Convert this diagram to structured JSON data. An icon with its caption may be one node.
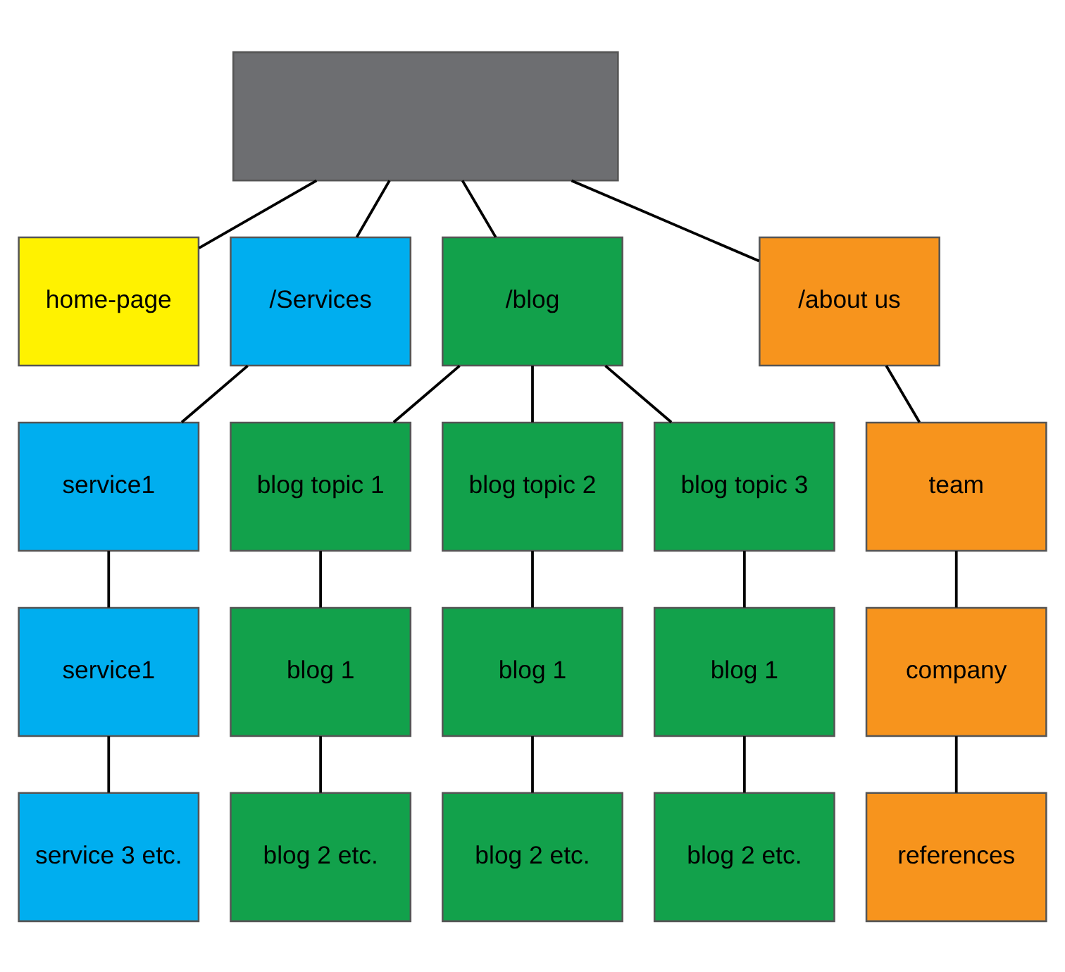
{
  "diagram": {
    "nodes": [
      {
        "text": [],
        "shape": "box"
      },
      {
        "text": [
          "home-page"
        ]
      },
      {
        "text": [
          "/Services"
        ]
      },
      {
        "text": [
          "/blog"
        ]
      },
      {
        "text": [
          "/about us"
        ]
      },
      {
        "text": [
          "service1"
        ]
      },
      {
        "text": [
          "service1"
        ]
      },
      {
        "text": [
          "service 3 etc."
        ]
      },
      {
        "text": [
          "blog topic 1"
        ]
      },
      {
        "text": [
          "blog topic 2"
        ]
      },
      {
        "text": [
          "blog topic 3"
        ]
      },
      {
        "text": [
          "blog 1"
        ]
      },
      {
        "text": [
          "blog 1"
        ]
      },
      {
        "text": [
          "blog 1"
        ]
      },
      {
        "text": [
          "blog 2 etc."
        ]
      },
      {
        "text": [
          "blog 2 etc."
        ]
      },
      {
        "text": [
          "blog 2 etc."
        ]
      },
      {
        "text": [
          "team"
        ]
      },
      {
        "text": [
          "company"
        ]
      },
      {
        "text": [
          "references"
        ]
      }
    ],
    "edges": [
      {
        "from": 0,
        "to": 1,
        "arrow": "none"
      },
      {
        "from": 0,
        "to": 2,
        "arrow": "none"
      },
      {
        "from": 0,
        "to": 3,
        "arrow": "none"
      },
      {
        "from": 0,
        "to": 4,
        "arrow": "none"
      },
      {
        "from": 2,
        "to": 5,
        "arrow": "none"
      },
      {
        "from": 5,
        "to": 6,
        "arrow": "none"
      },
      {
        "from": 6,
        "to": 7,
        "arrow": "none"
      },
      {
        "from": 3,
        "to": 8,
        "arrow": "none"
      },
      {
        "from": 3,
        "to": 9,
        "arrow": "none"
      },
      {
        "from": 3,
        "to": 10,
        "arrow": "none"
      },
      {
        "from": 8,
        "to": 11,
        "arrow": "none"
      },
      {
        "from": 11,
        "to": 14,
        "arrow": "none"
      },
      {
        "from": 9,
        "to": 12,
        "arrow": "none"
      },
      {
        "from": 12,
        "to": 15,
        "arrow": "none"
      },
      {
        "from": 10,
        "to": 13,
        "arrow": "none"
      },
      {
        "from": 13,
        "to": 16,
        "arrow": "none"
      },
      {
        "from": 4,
        "to": 17,
        "arrow": "none"
      },
      {
        "from": 17,
        "to": 18,
        "arrow": "none"
      },
      {
        "from": 18,
        "to": 19,
        "arrow": "none"
      }
    ]
  }
}
